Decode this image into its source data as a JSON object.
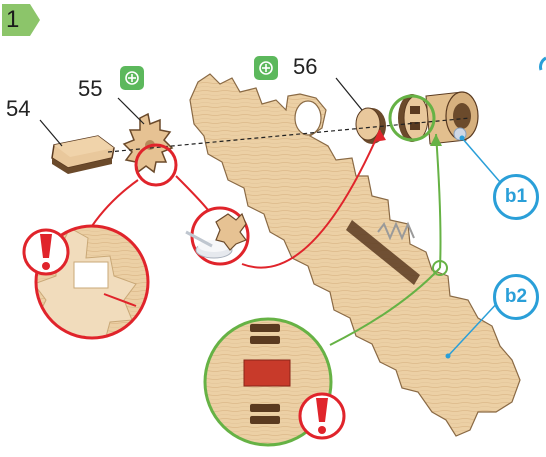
{
  "step": {
    "number": "1"
  },
  "parts": [
    {
      "label": "54"
    },
    {
      "label": "55"
    },
    {
      "label": "56"
    }
  ],
  "callouts": [
    {
      "label": "b1"
    },
    {
      "label": "b2"
    }
  ],
  "colors": {
    "wood": "#e8c99a",
    "wood_edge": "#6b4a2b",
    "warning": "#e0242b",
    "check": "#66b245",
    "callout": "#2a9fd8",
    "badge": "#8cc56a"
  },
  "icons": [
    "rotate-icon",
    "warning-icon"
  ]
}
